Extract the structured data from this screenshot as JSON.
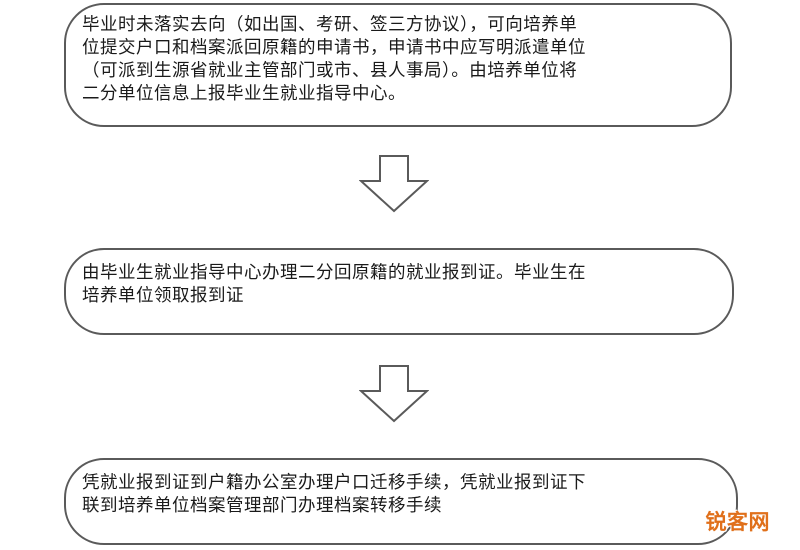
{
  "steps": [
    {
      "lines": [
        "毕业时未落实去向（如出国、考研、签三方协议），可向培养单",
        "位提交户口和档案派回原籍的申请书，申请书中应写明派遣单位",
        "（可派到生源省就业主管部门或市、县人事局）。由培养单位将",
        "二分单位信息上报毕业生就业指导中心。"
      ]
    },
    {
      "lines": [
        "由毕业生就业指导中心办理二分回原籍的就业报到证。毕业生在",
        "培养单位领取报到证"
      ]
    },
    {
      "lines": [
        "凭就业报到证到户籍办公室办理户口迁移手续，凭就业报到证下",
        "联到培养单位档案管理部门办理档案转移手续"
      ]
    }
  ],
  "watermark": "锐客网",
  "colors": {
    "border": "#5a5a5a",
    "text": "#1a1a1a",
    "watermark": "#e0701b"
  }
}
